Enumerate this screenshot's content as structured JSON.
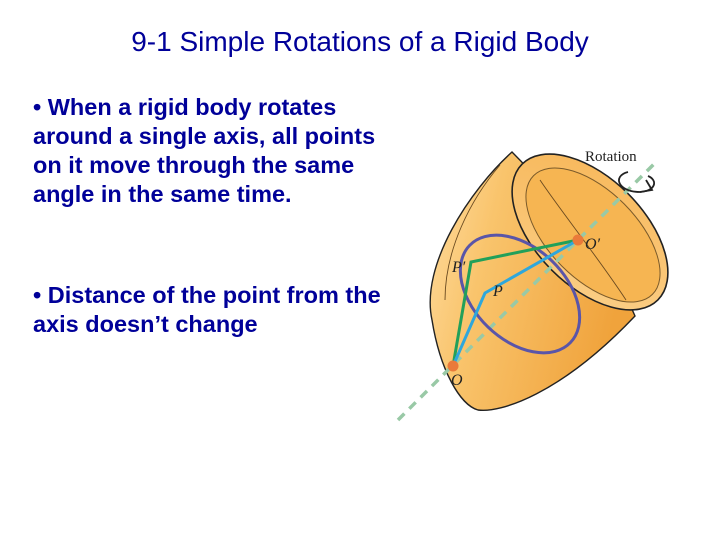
{
  "title": "9-1 Simple Rotations of a Rigid Body",
  "bullets": [
    "• When a rigid body rotates around a single axis, all points on it move through the same angle in the same time.",
    "• Distance of the point from the axis doesn’t change"
  ],
  "figure": {
    "rotation_label": "Rotation",
    "label_O_prime": "O′",
    "label_P_prime": "P′",
    "label_P": "P",
    "label_O": "O",
    "colors": {
      "body_fill": "#f6b04a",
      "body_light": "#ffd98c",
      "axis": "#99c9a6",
      "circle": "#5a55a8",
      "green_line": "#22a05a",
      "blue_line": "#2ea7dc",
      "point": "#ea7a3a"
    }
  }
}
